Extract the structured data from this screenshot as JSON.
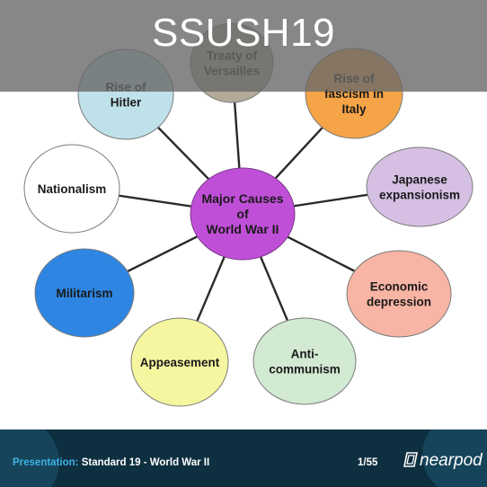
{
  "header": {
    "title": "SSUSH19"
  },
  "diagram": {
    "center": {
      "lines": [
        "Major Causes",
        "of",
        "World War II"
      ],
      "color": "#c04fd8"
    },
    "nodes": [
      {
        "lines": [
          "Treaty of",
          "Versailles"
        ],
        "color": "#b3a999"
      },
      {
        "lines": [
          "Rise of",
          "fascism in",
          "Italy"
        ],
        "color": "#f5a447"
      },
      {
        "lines": [
          "Japanese",
          "expansionism"
        ],
        "color": "#d5c0e4"
      },
      {
        "lines": [
          "Economic",
          "depression"
        ],
        "color": "#f8b4a4"
      },
      {
        "lines": [
          "Anti-",
          "communism"
        ],
        "color": "#d2e9d2"
      },
      {
        "lines": [
          "Appeasement"
        ],
        "color": "#f6f6a0"
      },
      {
        "lines": [
          "Militarism"
        ],
        "color": "#2f86e2"
      },
      {
        "lines": [
          "Nationalism"
        ],
        "color": "#ffffff"
      },
      {
        "lines": [
          "Rise of",
          "Hitler"
        ],
        "color": "#bfe1ea"
      }
    ]
  },
  "footer": {
    "presentation_label": "Presentation:",
    "presentation_name": "Standard 19 - World War II",
    "slide_counter": "1/55",
    "logo_text": "nearpod"
  }
}
